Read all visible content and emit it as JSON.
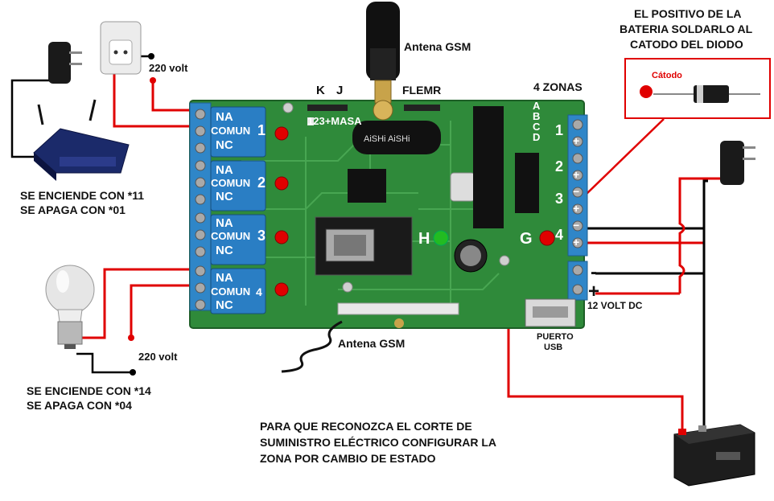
{
  "colors": {
    "board": "#2f8a3a",
    "board_dark": "#1f6a2a",
    "terminal_blue": "#2f86c8",
    "wire_red": "#e00000",
    "wire_black": "#000000",
    "led_red": "#e00000",
    "led_green": "#22bb22"
  },
  "labels": {
    "antena_top": "Antena GSM",
    "antena_bottom": "Antena GSM",
    "jumper_k": "K",
    "jumper_j": "J",
    "flemr": "FLEMR",
    "zonas": "4 ZONAS",
    "pins_123": "123+MASA",
    "zone_letters": [
      "A",
      "B",
      "C",
      "D"
    ],
    "zone_numbers": [
      "1",
      "2",
      "3",
      "4"
    ],
    "zone_plus": "+",
    "zone_minus": "−",
    "led_h": "H",
    "led_g": "G",
    "relays": [
      {
        "na": "NA",
        "comun": "COMUN",
        "num": "1",
        "nc": "NC"
      },
      {
        "na": "NA",
        "comun": "COMUN",
        "num": "2",
        "nc": "NC"
      },
      {
        "na": "NA",
        "comun": "COMUN",
        "num": "3",
        "nc": "NC"
      },
      {
        "na": "NA",
        "comun": "COMUN",
        "num": "4",
        "nc": "NC"
      }
    ],
    "volt_top": "220 volt",
    "volt_bottom": "220 volt",
    "router_on": "SE ENCIENDE CON *11",
    "router_off": "SE APAGA CON *01",
    "lamp_on": "SE ENCIENDE CON *14",
    "lamp_off": "SE APAGA CON *04",
    "battery_note_1": "EL POSITIVO DE LA",
    "battery_note_2": "BATERIA SOLDARLO AL",
    "battery_note_3": "CATODO DEL DIODO",
    "catodo": "Cátodo",
    "power_minus": "-",
    "power_plus": "+",
    "volt_dc": "12 VOLT DC",
    "usb_1": "PUERTO",
    "usb_2": "USB",
    "bottom_note_1": "PARA QUE RECONOZCA EL CORTE DE",
    "bottom_note_2": "SUMINISTRO ELÉCTRICO CONFIGURAR LA",
    "bottom_note_3": "ZONA POR CAMBIO DE ESTADO",
    "chip_brand": "AiSHi AiSHi"
  },
  "icons": [
    "antenna-icon",
    "router-icon",
    "power-adapter-icon",
    "wall-socket-icon",
    "light-bulb-icon",
    "battery-icon",
    "diode-icon",
    "sim-card-icon",
    "usb-port-icon"
  ]
}
